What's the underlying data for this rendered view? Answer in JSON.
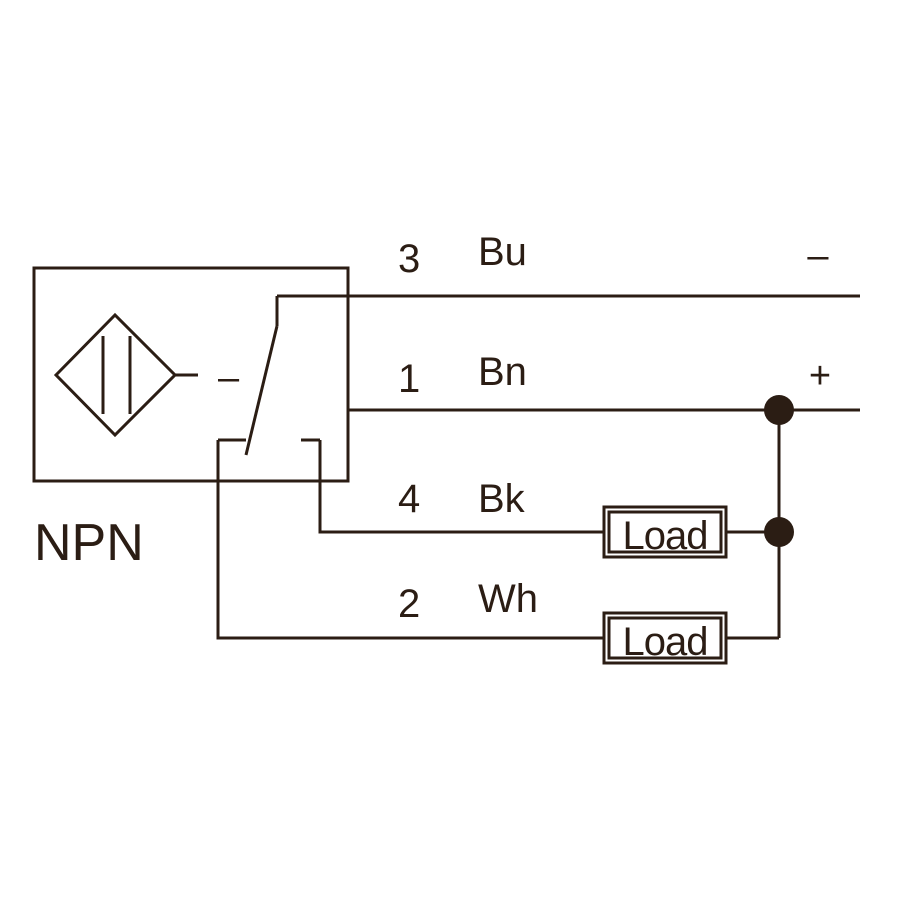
{
  "sensor_type": "NPN",
  "wires": [
    {
      "number": "3",
      "color_code": "Bu",
      "polarity": "–"
    },
    {
      "number": "1",
      "color_code": "Bn",
      "polarity": "+"
    },
    {
      "number": "4",
      "color_code": "Bk",
      "load": "Load"
    },
    {
      "number": "2",
      "color_code": "Wh",
      "load": "Load"
    }
  ],
  "switch_symbol": "–",
  "line_color": "#2b1d14"
}
